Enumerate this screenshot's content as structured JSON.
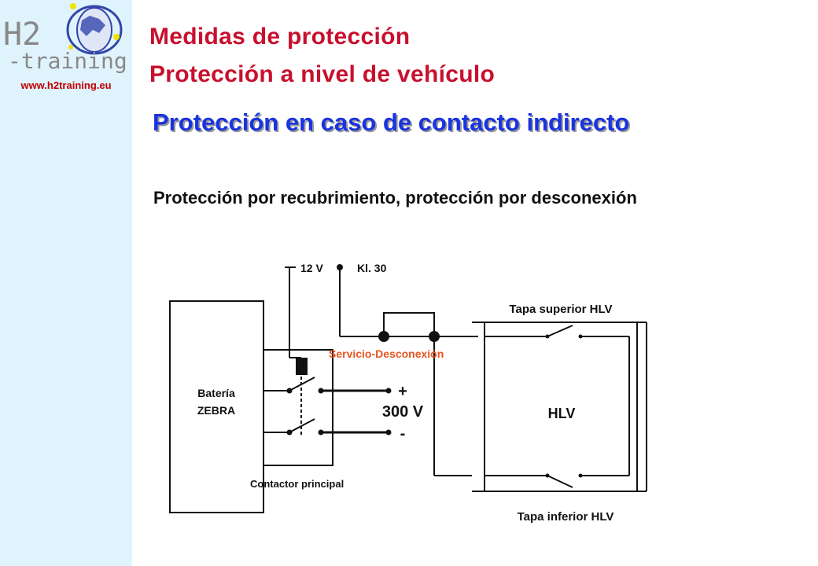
{
  "logo": {
    "brand_top": "H2",
    "brand_bottom": "-training",
    "url": "www.h2training.eu"
  },
  "title": {
    "line1": "Medidas de protección",
    "line2": "Protección a nivel de vehículo"
  },
  "heading": "Protección en caso de contacto indirecto",
  "subtitle": "Protección por recubrimiento, protección por desconexión",
  "diagram": {
    "voltage_12": "12 V",
    "kl30": "Kl. 30",
    "battery_line1": "Batería",
    "battery_line2": "ZEBRA",
    "plus": "+",
    "voltage_300": "300 V",
    "minus": "-",
    "service_disconnect": "Servicio-Desconexión",
    "main_contactor": "Contactor principal",
    "hlv": "HLV",
    "cover_top": "Tapa superior HLV",
    "cover_bottom": "Tapa inferior HLV"
  },
  "colors": {
    "title": "#c8102e",
    "heading": "#1a33e0",
    "service_label": "#e8541e",
    "sidebar": "#dff3fc"
  }
}
